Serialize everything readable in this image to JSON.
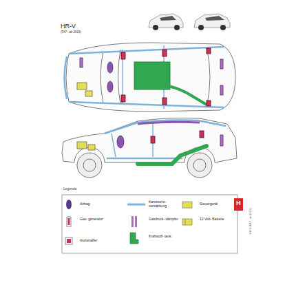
{
  "diagram": {
    "title": "HR-V",
    "labels": [
      "(RU*, ab 2015)",
      "Legende",
      "H",
      "HR-V (RU*, ab 2015)"
    ],
    "legend": [
      {
        "text": "Airbag"
      },
      {
        "text": "Gas- generator"
      },
      {
        "text": "Gurtstraffer"
      },
      {
        "text": "Karosserie- verstärkung"
      },
      {
        "text": "Gasdruck- dämpfer"
      },
      {
        "text": "Kraftstoff- tank"
      },
      {
        "text": "Steuergerät"
      },
      {
        "text": "12 Volt- Batterie"
      }
    ]
  }
}
